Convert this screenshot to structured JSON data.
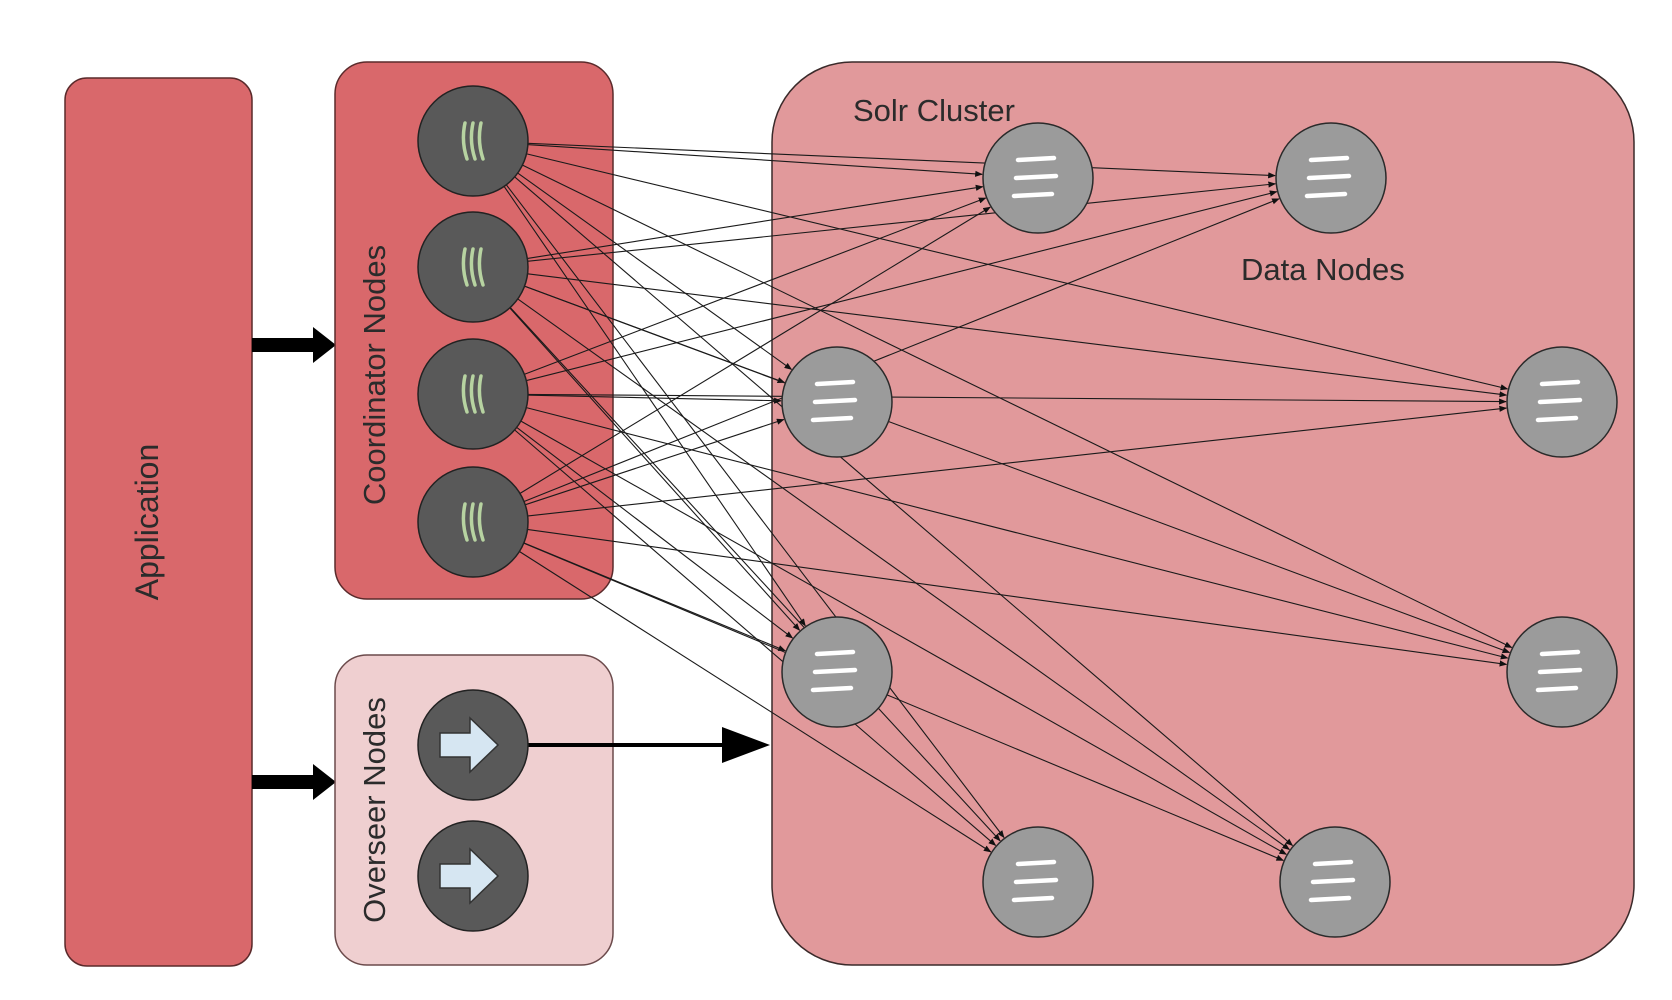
{
  "labels": {
    "application": "Application",
    "coordinator_nodes": "Coordinator Nodes",
    "overseer_nodes": "Overseer Nodes",
    "solr_cluster": "Solr Cluster",
    "data_nodes": "Data Nodes"
  },
  "colors": {
    "application_fill": "#d9686b",
    "coordinator_fill": "#d9686b",
    "overseer_fill": "#efcfd0",
    "cluster_fill": "#e1999b",
    "node_dark": "#595959",
    "node_gray": "#9b9b9b",
    "coordinator_glyph": "#b7d3a1",
    "overseer_arrow": "#d6e6f2"
  },
  "icons": {
    "coordinator_node": "coordinator-node-icon",
    "overseer_node": "overseer-arrow-icon",
    "data_node": "data-node-lines-icon"
  },
  "nodes": {
    "coordinator_count": 4,
    "overseer_count": 2,
    "data_count": 8
  }
}
